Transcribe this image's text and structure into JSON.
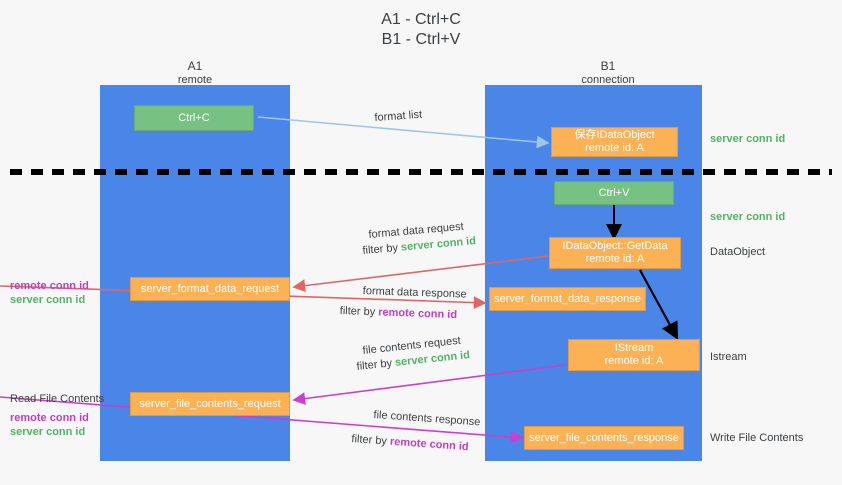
{
  "title": {
    "line1": "A1 - Ctrl+C",
    "line2": "B1 - Ctrl+V"
  },
  "columns": [
    {
      "name": "A1",
      "sub": "remote"
    },
    {
      "name": "B1",
      "sub": "connection"
    }
  ],
  "boxes": {
    "ctrl_c": "Ctrl+C",
    "ctrl_v": "Ctrl+V",
    "idataobject_title": "保存IDataObject",
    "idataobject_sub": "remote id: A",
    "getdata_title": "IDataObject::GetData",
    "getdata_sub": "remote id: A",
    "istream_title": "IStream",
    "istream_sub": "remote id: A",
    "server_format_data_request": "server_format_data_request",
    "server_format_data_response": "server_format_data_response",
    "server_file_contents_request": "server_file_contents_request",
    "server_file_contents_response": "server_file_contents_response"
  },
  "edge_labels": {
    "format_list": "format list",
    "format_data_request": "format data request",
    "format_data_request_filter_prefix": "filter by ",
    "format_data_request_filter_value": "server conn id",
    "format_data_response": "format data response",
    "format_data_response_filter_prefix": "filter by ",
    "format_data_response_filter_value": "remote conn id",
    "file_contents_request": "file contents request",
    "file_contents_request_filter_prefix": "filter by ",
    "file_contents_request_filter_value": "server conn id",
    "file_contents_response": "file contents response",
    "file_contents_response_filter_prefix": "filter by ",
    "file_contents_response_filter_value": "remote conn id"
  },
  "right_annotations": {
    "server_conn_id_top": "server conn id",
    "server_conn_id_mid": "server conn id",
    "data_object": "DataObject",
    "istream": "Istream",
    "write_file_contents": "Write File Contents"
  },
  "left_annotations": {
    "group1_remote": "remote conn id",
    "group1_server": "server conn id",
    "read_file_contents": "Read File Contents",
    "group2_remote": "remote conn id",
    "group2_server": "server conn id"
  },
  "colors": {
    "lane": "#4a86e8",
    "green_box": "#77c183",
    "orange_box": "#fcb155",
    "green_text": "#52b366",
    "purple_text": "#c23fc2",
    "light_blue_arrow": "#9fc5e8",
    "red_arrow": "#e06666",
    "magenta_arrow": "#cc3fcc",
    "black_arrow": "#000000",
    "background": "#f7f7f7"
  }
}
